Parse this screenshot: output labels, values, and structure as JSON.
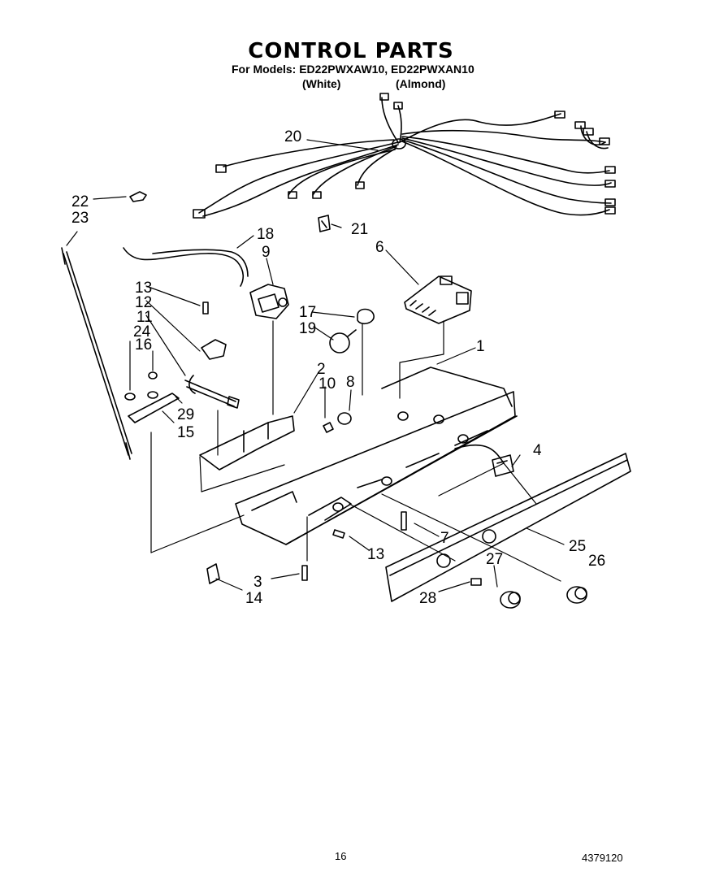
{
  "header": {
    "title": "CONTROL PARTS",
    "models_line": "For Models: ED22PWXAW10, ED22PWXAN10",
    "color_white": "(White)",
    "color_almond": "(Almond)"
  },
  "callouts": [
    "1",
    "2",
    "3",
    "4",
    "6",
    "7",
    "8",
    "9",
    "10",
    "11",
    "12",
    "13",
    "13",
    "14",
    "15",
    "16",
    "17",
    "18",
    "19",
    "20",
    "21",
    "22",
    "23",
    "24",
    "25",
    "26",
    "27",
    "28",
    "29"
  ],
  "footer": {
    "page_number": "16",
    "document_number": "4379120"
  }
}
